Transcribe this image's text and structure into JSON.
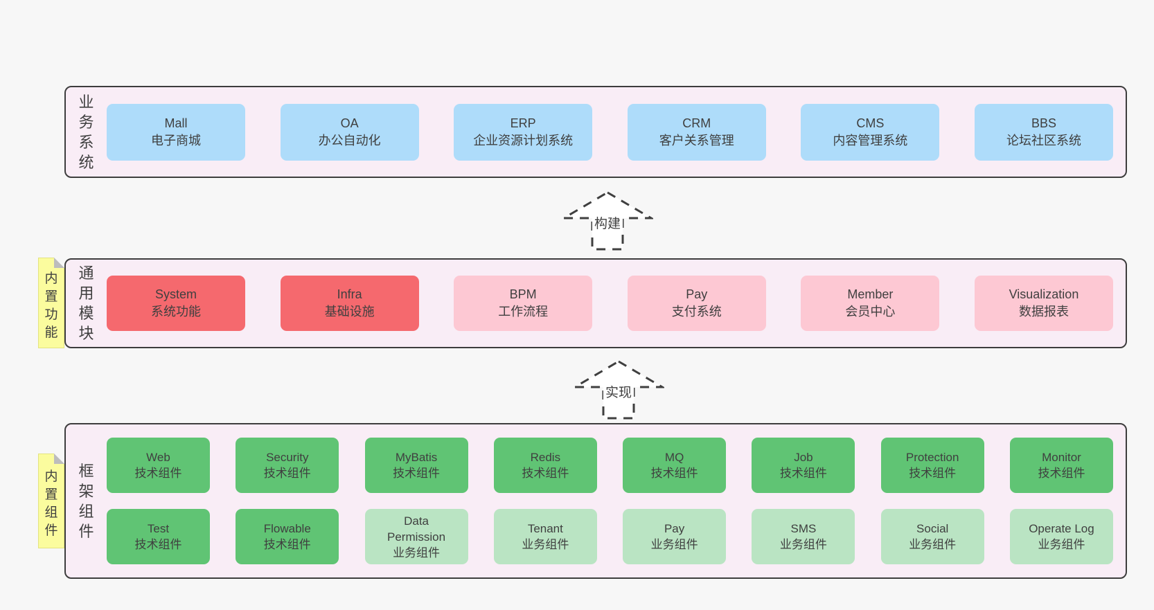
{
  "colors": {
    "page_background": "#f7f7f7",
    "panel_background": "#f9edf6",
    "panel_border": "#3d3d3d",
    "business_box": "#aedcfa",
    "core_module_box": "#f5696e",
    "optional_module_box": "#fdc8d3",
    "tech_component_box": "#60c474",
    "biz_component_box": "#bae4c3",
    "sticky_note": "#fbfc9e",
    "text": "#3f3f3f"
  },
  "arrows": {
    "build": {
      "label": "构建"
    },
    "implement": {
      "label": "实现"
    }
  },
  "sections": {
    "business": {
      "label": "业务系统",
      "boxes": [
        {
          "title": "Mall",
          "subtitle": "电子商城"
        },
        {
          "title": "OA",
          "subtitle": "办公自动化"
        },
        {
          "title": "ERP",
          "subtitle": "企业资源计划系统"
        },
        {
          "title": "CRM",
          "subtitle": "客户关系管理"
        },
        {
          "title": "CMS",
          "subtitle": "内容管理系统"
        },
        {
          "title": "BBS",
          "subtitle": "论坛社区系统"
        }
      ]
    },
    "modules": {
      "label": "通用模块",
      "sticky": "内置功能",
      "boxes": [
        {
          "title": "System",
          "subtitle": "系统功能",
          "variant": "red"
        },
        {
          "title": "Infra",
          "subtitle": "基础设施",
          "variant": "red"
        },
        {
          "title": "BPM",
          "subtitle": "工作流程",
          "variant": "pink"
        },
        {
          "title": "Pay",
          "subtitle": "支付系统",
          "variant": "pink"
        },
        {
          "title": "Member",
          "subtitle": "会员中心",
          "variant": "pink"
        },
        {
          "title": "Visualization",
          "subtitle": "数据报表",
          "variant": "pink"
        }
      ]
    },
    "components": {
      "label": "框架组件",
      "sticky": "内置组件",
      "row1": [
        {
          "title": "Web",
          "subtitle": "技术组件",
          "variant": "green-dark"
        },
        {
          "title": "Security",
          "subtitle": "技术组件",
          "variant": "green-dark"
        },
        {
          "title": "MyBatis",
          "subtitle": "技术组件",
          "variant": "green-dark"
        },
        {
          "title": "Redis",
          "subtitle": "技术组件",
          "variant": "green-dark"
        },
        {
          "title": "MQ",
          "subtitle": "技术组件",
          "variant": "green-dark"
        },
        {
          "title": "Job",
          "subtitle": "技术组件",
          "variant": "green-dark"
        },
        {
          "title": "Protection",
          "subtitle": "技术组件",
          "variant": "green-dark"
        },
        {
          "title": "Monitor",
          "subtitle": "技术组件",
          "variant": "green-dark"
        }
      ],
      "row2": [
        {
          "title": "Test",
          "subtitle": "技术组件",
          "variant": "green-dark"
        },
        {
          "title": "Flowable",
          "subtitle": "技术组件",
          "variant": "green-dark"
        },
        {
          "title": "Data Permission",
          "subtitle": "业务组件",
          "variant": "green-light"
        },
        {
          "title": "Tenant",
          "subtitle": "业务组件",
          "variant": "green-light"
        },
        {
          "title": "Pay",
          "subtitle": "业务组件",
          "variant": "green-light"
        },
        {
          "title": "SMS",
          "subtitle": "业务组件",
          "variant": "green-light"
        },
        {
          "title": "Social",
          "subtitle": "业务组件",
          "variant": "green-light"
        },
        {
          "title": "Operate Log",
          "subtitle": "业务组件",
          "variant": "green-light"
        }
      ]
    }
  }
}
